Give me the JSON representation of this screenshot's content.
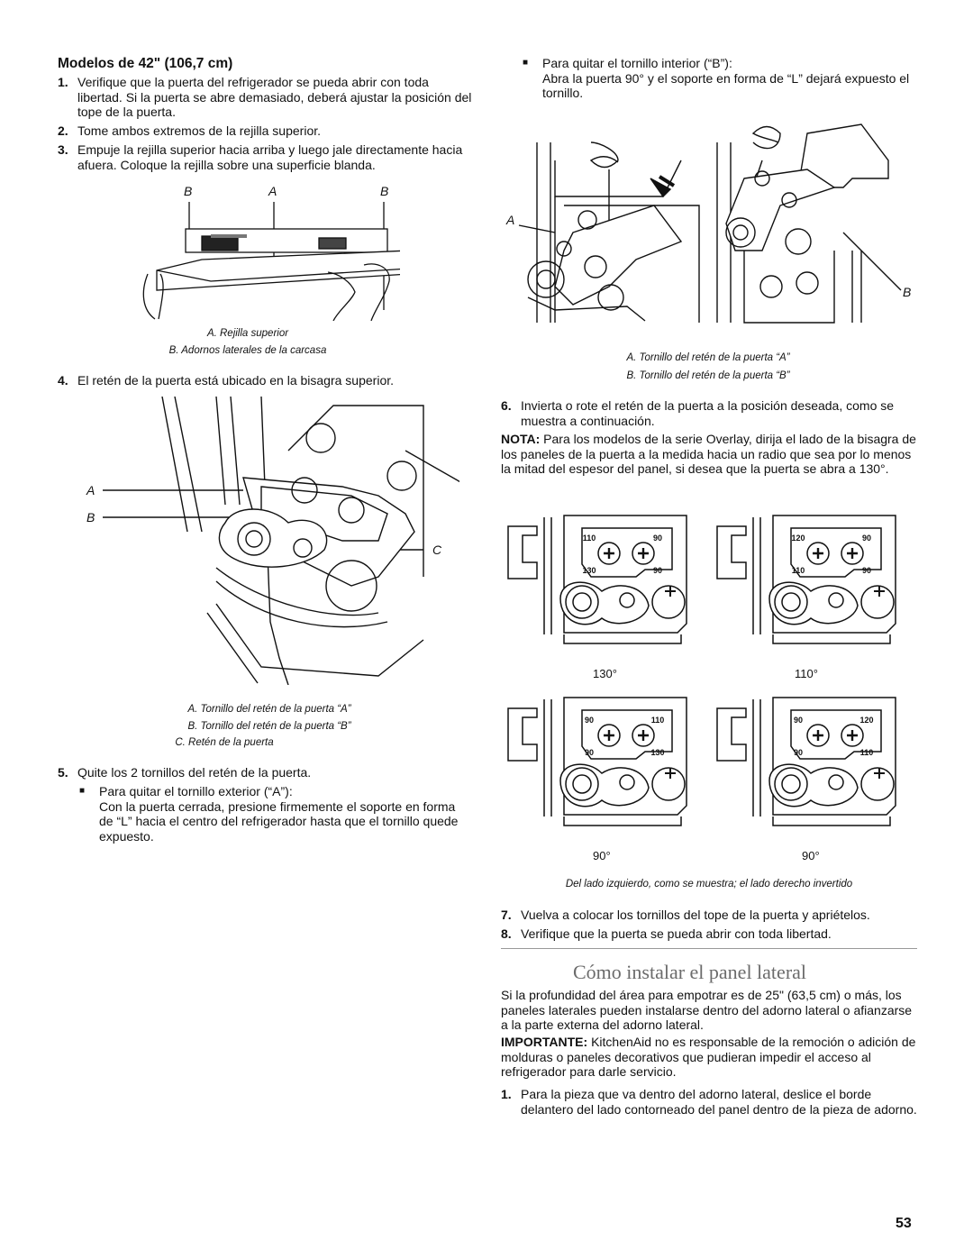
{
  "left": {
    "heading": "Modelos de 42\" (106,7 cm)",
    "steps_a": [
      {
        "num": "1.",
        "text": "Verifique que la puerta del refrigerador se pueda abrir con toda libertad. Si la puerta se abre demasiado, deberá ajustar la posición del tope de la puerta."
      },
      {
        "num": "2.",
        "text": "Tome ambos extremos de la rejilla superior."
      },
      {
        "num": "3.",
        "text": "Empuje la rejilla superior hacia arriba y luego jale directamente hacia afuera. Coloque la rejilla sobre una superficie blanda."
      }
    ],
    "fig1": {
      "labels": [
        "B",
        "A",
        "B"
      ],
      "captions": [
        "A. Rejilla superior",
        "B. Adornos laterales de la carcasa"
      ]
    },
    "step4": {
      "num": "4.",
      "text": "El retén de la puerta está ubicado en la bisagra superior."
    },
    "fig2": {
      "labels": [
        "A",
        "B",
        "C"
      ],
      "captions": [
        "A. Tornillo del retén de la puerta “A”",
        "B. Tornillo del retén de la puerta “B”",
        "C. Retén de la puerta"
      ]
    },
    "step5": {
      "num": "5.",
      "text": "Quite los 2 tornillos del retén de la puerta."
    },
    "bullet1": {
      "text": "Para quitar el tornillo exterior (“A”):",
      "detail": "Con la puerta cerrada, presione firmemente el soporte en forma de “L” hacia el centro del refrigerador hasta que el tornillo quede expuesto."
    }
  },
  "right": {
    "bullet2": {
      "text": "Para quitar el tornillo interior (“B”):",
      "detail": "Abra la puerta 90° y el soporte en forma de “L” dejará expuesto el tornillo."
    },
    "fig3": {
      "labels": [
        "A",
        "B"
      ],
      "captions": [
        "A. Tornillo del retén de la puerta “A”",
        "B. Tornillo del retén de la puerta “B”"
      ]
    },
    "step6": {
      "num": "6.",
      "text": "Invierta o rote el retén de la puerta a la posición deseada, como se muestra a continuación."
    },
    "nota_label": "NOTA:",
    "nota_text": " Para los modelos de la serie Overlay, dirija el lado de la bisagra de los paneles de la puerta a la medida hacia un radio que sea por lo menos la mitad del espesor del panel, si desea que la puerta se abra a 130°.",
    "fig4": {
      "degrees": [
        "130°",
        "110°",
        "90°",
        "90°"
      ],
      "stop_marks": [
        [
          "110",
          "90",
          "130",
          "90"
        ],
        [
          "120",
          "90",
          "110",
          "90"
        ],
        [
          "90",
          "110",
          "90",
          "130"
        ],
        [
          "90",
          "120",
          "90",
          "110"
        ]
      ],
      "caption": "Del lado izquierdo, como se muestra; el lado derecho invertido"
    },
    "step7": {
      "num": "7.",
      "text": "Vuelva a colocar los tornillos del tope de la puerta y apriételos."
    },
    "step8": {
      "num": "8.",
      "text": "Verifique que la puerta se pueda abrir con toda libertad."
    },
    "section_title": "Cómo instalar el panel lateral",
    "intro": "Si la profundidad del área para empotrar es de 25\" (63,5 cm) o más, los paneles laterales pueden instalarse dentro del adorno lateral o afianzarse a la parte externa del adorno lateral.",
    "importante_label": "IMPORTANTE:",
    "importante_text": " KitchenAid no es responsable de la remoción o adición de molduras o paneles decorativos que pudieran impedir el acceso al refrigerador para darle servicio.",
    "step1b": {
      "num": "1.",
      "text": "Para la pieza que va dentro del adorno lateral, deslice el borde delantero del lado contorneado del panel dentro de la pieza de adorno."
    }
  },
  "page_number": "53"
}
